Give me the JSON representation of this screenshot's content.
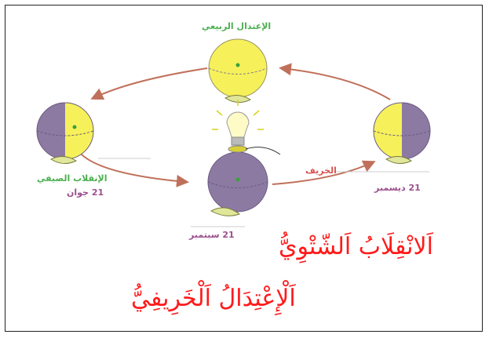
{
  "labels": {
    "spring_equinox": "الإعتدال الربيعي",
    "summer_solstice": "الإنقلاب الصيفي",
    "summer_date": "21 جوان",
    "autumn_date": "21 سبتمبر",
    "winter_date": "21 ديسمبر",
    "autumn_label": "الخريف"
  },
  "captions": {
    "winter_solstice": "اَلانْقِلَابُ اَلشّتْوِيُّ",
    "autumn_equinox": "اَلْإِعْتِدَالُ اَلْخَرِيفِيُّ"
  },
  "colors": {
    "sun_yellow": "#f6f15a",
    "night_purple": "#8c7aa3",
    "orbit_arrow": "#c0705a",
    "caption_red": "#ff1a1a"
  },
  "icons": [
    "light-bulb-icon",
    "earth-globe-icon",
    "orbit-arrow-icon"
  ]
}
